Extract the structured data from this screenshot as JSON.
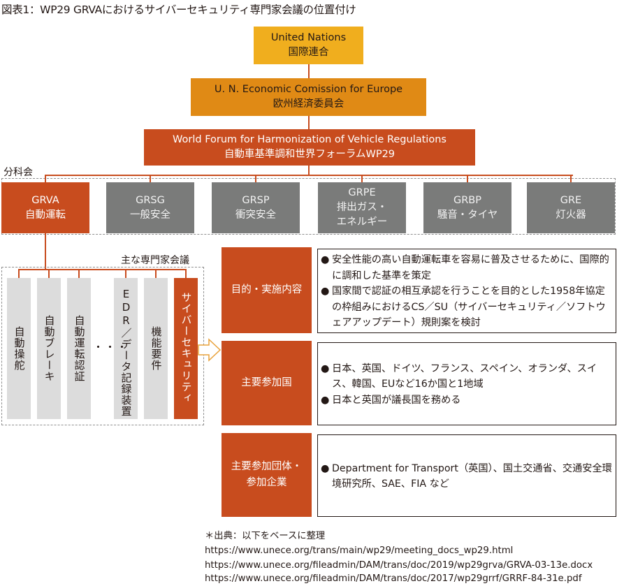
{
  "figure_title": "図表1：WP29 GRVAにおけるサイバーセキュリティ専門家会議の位置付け",
  "colors": {
    "un": "#f0ae1e",
    "unece": "#e08a15",
    "accent": "#c84c1e",
    "gray_box": "#7a7b7a",
    "light_gray_box": "#dcdcdc",
    "arrow_outline": "#e9a23b"
  },
  "hierarchy": {
    "un": {
      "en": "United Nations",
      "ja": "国際連合"
    },
    "unece": {
      "en": "U. N. Economic Comission for Europe",
      "ja": "欧州経済委員会"
    },
    "wp29": {
      "en": "World Forum for Harmonization of Vehicle Regulations",
      "ja": "自動車基準調和世界フォーラムWP29"
    }
  },
  "subcommittee": {
    "label": "分科会",
    "groups": [
      {
        "code": "GRVA",
        "lines": [
          "自動運転"
        ],
        "highlight": true
      },
      {
        "code": "GRSG",
        "lines": [
          "一般安全"
        ],
        "highlight": false
      },
      {
        "code": "GRSP",
        "lines": [
          "衝突安全"
        ],
        "highlight": false
      },
      {
        "code": "GRPE",
        "lines": [
          "排出ガス・",
          "エネルギー"
        ],
        "highlight": false
      },
      {
        "code": "GRBP",
        "lines": [
          "騒音・タイヤ"
        ],
        "highlight": false
      },
      {
        "code": "GRE",
        "lines": [
          "灯火器"
        ],
        "highlight": false
      }
    ]
  },
  "expert_meetings": {
    "label": "主な専門家会議",
    "items": [
      {
        "label": "自動操舵",
        "highlight": false
      },
      {
        "label": "自動ブレーキ",
        "highlight": false
      },
      {
        "label": "自動運転認証",
        "highlight": false
      },
      {
        "label": "EDR／データ記録装置",
        "highlight": false
      },
      {
        "label": "機能要件",
        "highlight": false
      },
      {
        "label": "サイバーセキュリティ",
        "highlight": true
      }
    ],
    "ellipsis": "・・・"
  },
  "details": [
    {
      "label": [
        "目的・実施内容"
      ],
      "bullets": [
        "安全性能の高い自動運転車を容易に普及させるために、国際的に調和した基準を策定",
        "国家間で認証の相互承認を行うことを目的とした1958年協定の枠組みにおけるCS／SU（サイバーセキュリティ／ソフトウェアアップデート）規則案を検討"
      ]
    },
    {
      "label": [
        "主要参加国"
      ],
      "bullets": [
        "日本、英国、ドイツ、フランス、スペイン、オランダ、スイス、韓国、EUなど16か国と1地域",
        "日本と英国が議長国を務める"
      ]
    },
    {
      "label": [
        "主要参加団体・",
        "参加企業"
      ],
      "bullets": [
        "Department for Transport（英国）、国土交通省、交通安全環境研究所、SAE、FIA など"
      ]
    }
  ],
  "bullet_glyph": "●",
  "sources": {
    "heading": "＊出典：以下をベースに整理",
    "urls": [
      "https://www.unece.org/trans/main/wp29/meeting_docs_wp29.html",
      "https://www.unece.org/fileadmin/DAM/trans/doc/2019/wp29grva/GRVA-03-13e.docx",
      "https://www.unece.org/fileadmin/DAM/trans/doc/2017/wp29grrf/GRRF-84-31e.pdf"
    ]
  }
}
